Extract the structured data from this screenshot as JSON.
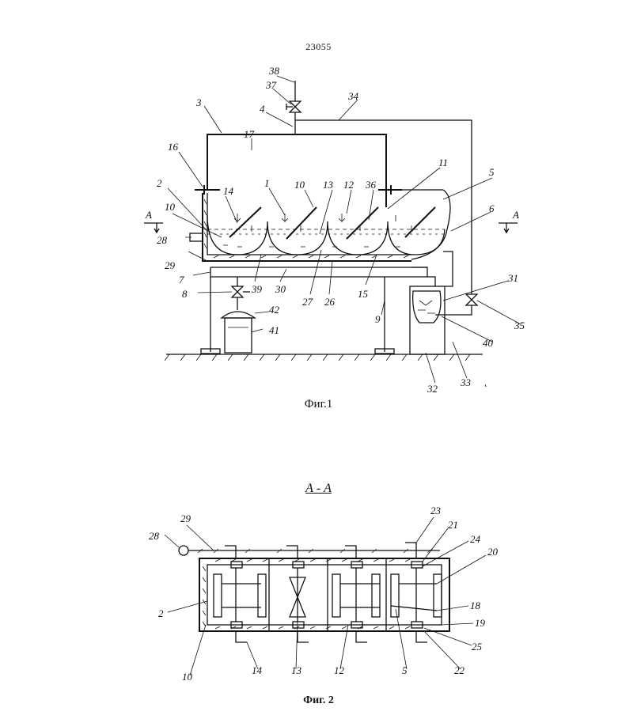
{
  "document_number": "23055",
  "figure1_caption": "Фиг.1",
  "figure2_caption": "Фиг. 2",
  "section_title": "А - А",
  "section_marker_letter": "А",
  "stray_mark": "˛",
  "fig1_labels": {
    "l38": "38",
    "l37": "37",
    "l34": "34",
    "l3": "3",
    "l4": "4",
    "l17": "17",
    "l16": "16",
    "l11": "11",
    "l2": "2",
    "l14": "14",
    "l1": "1",
    "l10a": "10",
    "l13": "13",
    "l12": "12",
    "l36": "36",
    "l5": "5",
    "l6": "6",
    "l10b": "10",
    "l28": "28",
    "l29": "29",
    "l7": "7",
    "l39": "39",
    "l30": "30",
    "l27": "27",
    "l26": "26",
    "l15": "15",
    "l31": "31",
    "l8": "8",
    "l42": "42",
    "l9": "9",
    "l35": "35",
    "l41": "41",
    "l40": "40",
    "l32": "32",
    "l33": "33"
  },
  "fig2_labels": {
    "l29": "29",
    "l28": "28",
    "l23": "23",
    "l21": "21",
    "l24": "24",
    "l20": "20",
    "l2": "2",
    "l18": "18",
    "l19": "19",
    "l25": "25",
    "l10": "10",
    "l14": "14",
    "l13": "13",
    "l12": "12",
    "l5": "5",
    "l22": "22"
  }
}
